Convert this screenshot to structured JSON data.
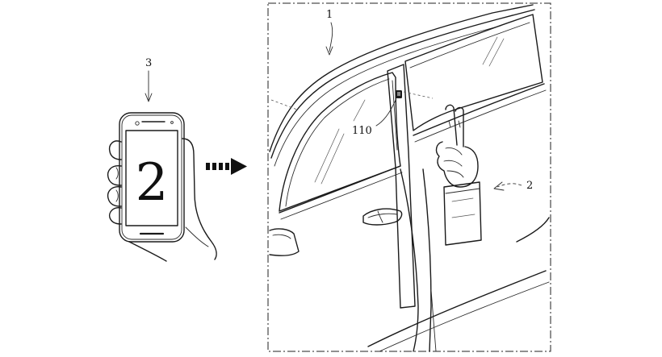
{
  "labels": {
    "phone_ref": "3",
    "vehicle_ref": "1",
    "camera_ref": "110",
    "hand_ref": "2",
    "screen_number": "2"
  },
  "icons": {
    "transfer_arrow": "dashed-right-arrow"
  },
  "colors": {
    "line": "#1a1a1a",
    "background": "#ffffff"
  }
}
